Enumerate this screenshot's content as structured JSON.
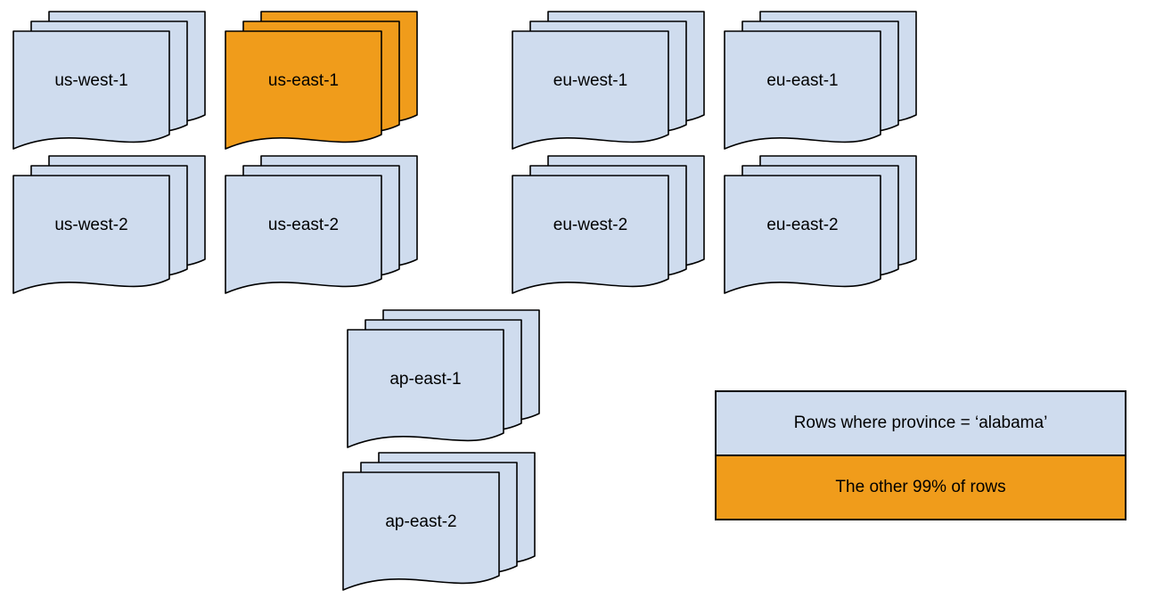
{
  "colors": {
    "light_blue": "#cfdcee",
    "orange": "#f09c1b",
    "stroke": "#000000"
  },
  "stacks": [
    {
      "label": "us-west-1",
      "variant": "blue"
    },
    {
      "label": "us-east-1",
      "variant": "orange"
    },
    {
      "label": "eu-west-1",
      "variant": "blue"
    },
    {
      "label": "eu-east-1",
      "variant": "blue"
    },
    {
      "label": "us-west-2",
      "variant": "blue"
    },
    {
      "label": "us-east-2",
      "variant": "blue"
    },
    {
      "label": "eu-west-2",
      "variant": "blue"
    },
    {
      "label": "eu-east-2",
      "variant": "blue"
    },
    {
      "label": "ap-east-1",
      "variant": "blue"
    },
    {
      "label": "ap-east-2",
      "variant": "blue"
    }
  ],
  "legend": {
    "items": [
      {
        "label": "Rows where province = ‘alabama’",
        "color": "blue"
      },
      {
        "label": "The other 99% of rows",
        "color": "orange"
      }
    ]
  }
}
